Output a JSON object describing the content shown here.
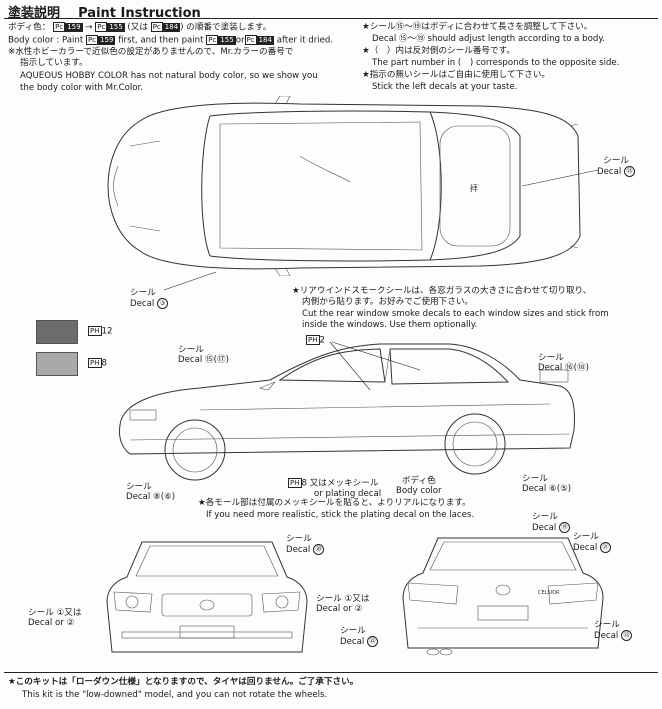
{
  "header": {
    "title_jp": "塗装説明",
    "title_en": "Paint Instruction"
  },
  "paint": {
    "body_jp_prefix": "ボディ色：",
    "code_a": "159",
    "arrow": "→",
    "code_b": "155",
    "jp_alt": "(又は",
    "code_c": "184",
    "jp_suffix": ") の順番で塗装します。",
    "body_en_prefix": "Body color : Paint",
    "en_mid1": "first, and then paint",
    "en_or": "or",
    "en_suffix": "after it dried.",
    "note_jp_1": "※水性ホビーカラーで近似色の設定がありませんので、Mr.カラーの番号で",
    "note_jp_2": "指示しています。",
    "note_en_1": "AQUEOUS HOBBY COLOR has not natural body color, so we show you",
    "note_en_2": "the body color with Mr.Color."
  },
  "right_notes": {
    "line1": "★シール⑮～⑲はボディに合わせて長さを調整して下さい。",
    "line2": "Decal ⑮～⑲ should adjust length according to a body.",
    "line3": "★（　）内は反対側のシール番号です。",
    "line4": "The part number in (　) corresponds to the opposite side.",
    "line5": "★指示の無いシールはご自由に使用して下さい。",
    "line6": "Stick the left decals at your taste."
  },
  "smoke_note": {
    "line1": "★リアウインドスモークシールは、各窓ガラスの大きさに合わせて切り取り、",
    "line2": "内側から貼ります。お好みでご使用下さい。",
    "line3": "Cut the rear window smoke decals to each window sizes and stick from",
    "line4": "inside the windows. Use them optionally."
  },
  "swatches": [
    {
      "label": "12",
      "color": "#6c6c6c"
    },
    {
      "label": "8",
      "color": "#a9a9a9"
    }
  ],
  "callouts": {
    "top_decal_right": {
      "jp": "シール",
      "en": "Decal",
      "num": "㉓"
    },
    "top_decal_left": {
      "jp": "シール",
      "en": "Decal",
      "num": "③"
    },
    "side_ph2": "2",
    "side_decal_upper_left": {
      "jp": "シール",
      "en": "Decal",
      "num": "⑮(⑰)"
    },
    "side_decal_upper_right": {
      "jp": "シール",
      "en": "Decal",
      "num": "⑯(⑱)"
    },
    "side_decal_lower_left": {
      "jp": "シール",
      "en": "Decal",
      "num": "⑧(⑥)"
    },
    "side_decal_lower_right": {
      "jp": "シール",
      "en": "Decal",
      "num": "⑥(⑤)"
    },
    "plating": {
      "ph": "8",
      "jp": "又はメッキシール",
      "en": "or plating decal"
    },
    "body_color": {
      "jp": "ボディ色",
      "en": "Body color"
    },
    "laces_jp": "★各モール部は付属のメッキシールを貼ると、よりリアルになります。",
    "laces_en": "If you need more realistic, stick the plating decal on the laces.",
    "rear_top": {
      "jp": "シール",
      "en": "Decal",
      "num": "⑲"
    },
    "front_top": {
      "jp": "シール",
      "en": "Decal",
      "num": "⑳"
    },
    "front_left": {
      "jp": "シール",
      "en": "Decal",
      "or_jp": "又は",
      "or_en": "or",
      "n1": "①",
      "n2": "②"
    },
    "mid_left": {
      "jp": "シール",
      "en": "Decal",
      "or_jp": "又は",
      "or_en": "or",
      "n1": "①",
      "n2": "②"
    },
    "rear_right_top": {
      "jp": "シール",
      "en": "Decal",
      "num": "㉑"
    },
    "rear_mid": {
      "jp": "シール",
      "en": "Decal",
      "num": "㉒"
    },
    "rear_right_bottom": {
      "jp": "シール",
      "en": "Decal",
      "num": "㉓"
    },
    "rear_badge": "CELSIOR"
  },
  "footer": {
    "jp": "★このキットは「ローダウン仕様」となりますので、タイヤは回りません。ご了承下さい。",
    "en": "This kit is the \"low-downed\" model, and you can not rotate the wheels."
  }
}
